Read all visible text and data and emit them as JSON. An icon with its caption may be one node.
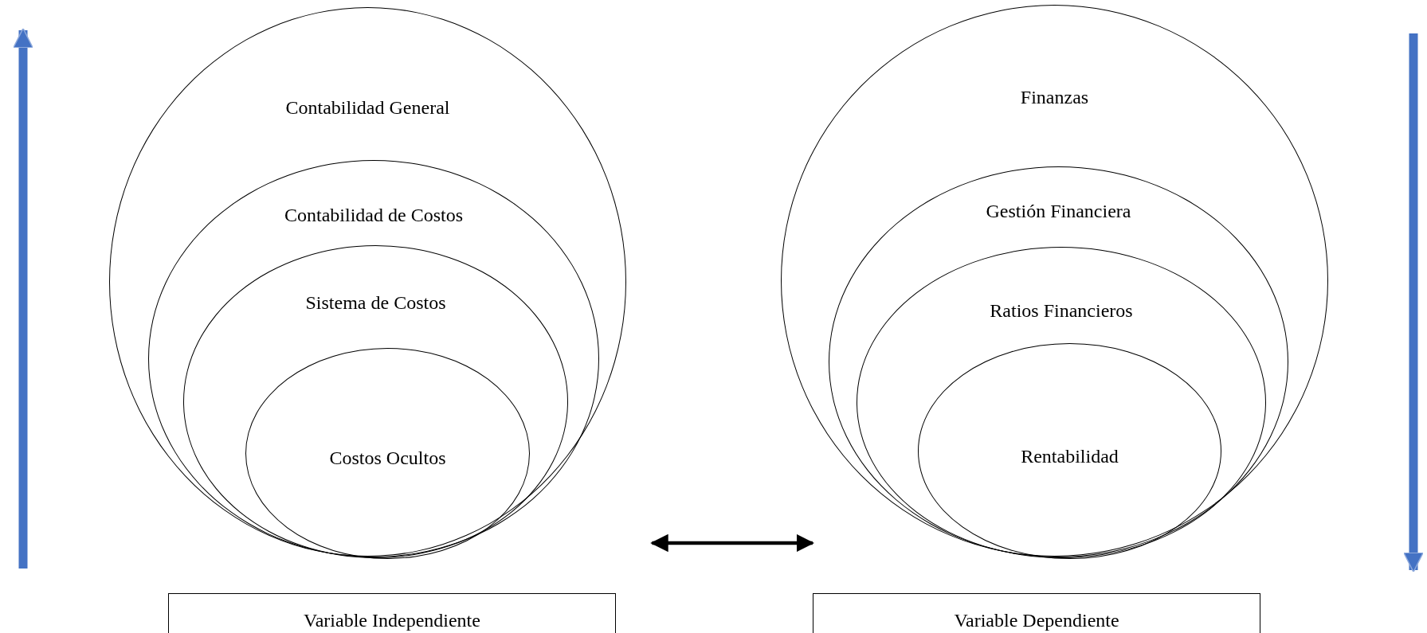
{
  "diagram": {
    "nodes": [
      {
        "text": [
          "Contabilidad General"
        ]
      },
      {
        "text": [
          "Contabilidad de Costos"
        ],
        "in": 0
      },
      {
        "text": [
          "Sistema de Costos"
        ],
        "in": 1
      },
      {
        "text": [
          "Costos Ocultos"
        ],
        "in": 2
      },
      {
        "text": [
          "Finanzas"
        ]
      },
      {
        "text": [
          "Gestión Financiera"
        ],
        "in": 4
      },
      {
        "text": [
          "Ratios Financieros"
        ],
        "in": 5
      },
      {
        "text": [
          "Rentabilidad"
        ],
        "in": 6
      },
      {
        "text": [
          "Variable Independiente"
        ]
      },
      {
        "text": [
          "Variable Dependiente"
        ]
      }
    ],
    "edges": [
      {
        "from": 0,
        "to": 4,
        "arrow": "both"
      }
    ]
  }
}
